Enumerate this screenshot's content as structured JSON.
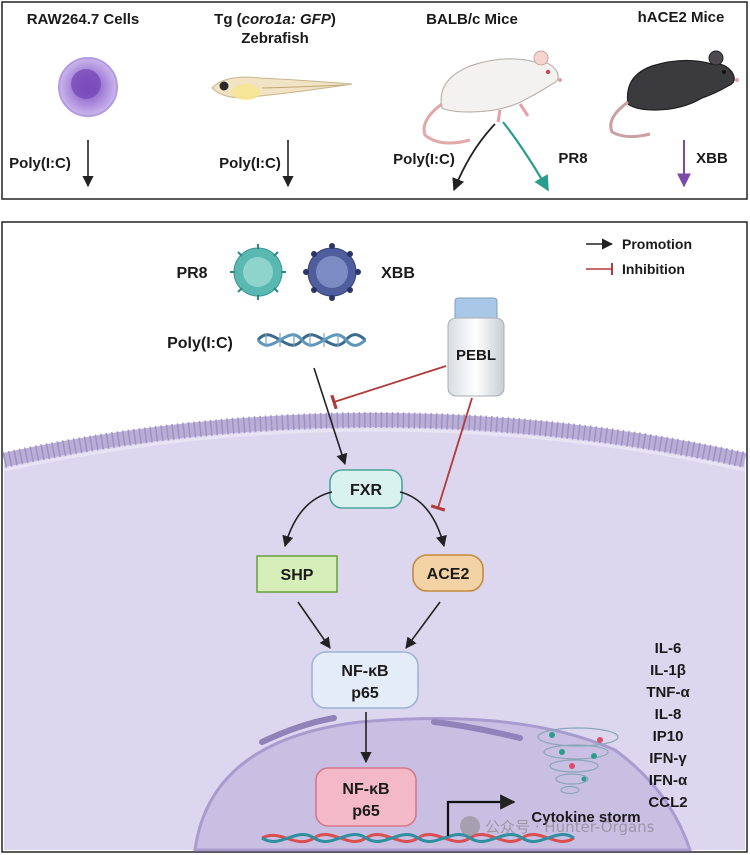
{
  "models": {
    "raw": {
      "label": "RAW264.7 Cells",
      "stimulus": "Poly(I:C)"
    },
    "zebrafish": {
      "label_prefix": "Tg (",
      "label_italic": "coro1a: GFP",
      "label_suffix": ")",
      "label_line2": "Zebrafish",
      "stimulus": "Poly(I:C)"
    },
    "balbc": {
      "label": "BALB/c Mice",
      "stimulus_left": "Poly(I:C)",
      "stimulus_right": "PR8"
    },
    "hace2": {
      "label": "hACE2 Mice",
      "stimulus": "XBB"
    }
  },
  "legend": {
    "promotion": "Promotion",
    "inhibition": "Inhibition"
  },
  "pathway": {
    "pr8": "PR8",
    "xbb": "XBB",
    "polyic": "Poly(I:C)",
    "drug": "PEBL",
    "fxr": "FXR",
    "shp": "SHP",
    "ace2": "ACE2",
    "nfkb_cyto_line1": "NF-κB",
    "nfkb_cyto_line2": "p65",
    "nfkb_nuc_line1": "NF-κB",
    "nfkb_nuc_line2": "p65",
    "cytokine_storm": "Cytokine storm"
  },
  "cytokines": [
    "IL-6",
    "IL-1β",
    "TNF-α",
    "IL-8",
    "IP10",
    "IFN-γ",
    "IFN-α",
    "CCL2"
  ],
  "watermark": "公众号 · Hunter-Organs",
  "colors": {
    "promotion_arrow": "#222222",
    "inhibition": "#b23a3a",
    "pr8_arrow": "#2a9d8f",
    "xbb_arrow": "#7b4aa8",
    "cell": "#dcd6ee",
    "nucleus": "#c9bfe3",
    "fxr_box": "#d9f1ef",
    "shp_box": "#d6efb8",
    "ace2_box": "#f3d2a6",
    "nfkb_box": "#e4ecf8",
    "nfkb_nuc_box": "#f4b9c6"
  }
}
